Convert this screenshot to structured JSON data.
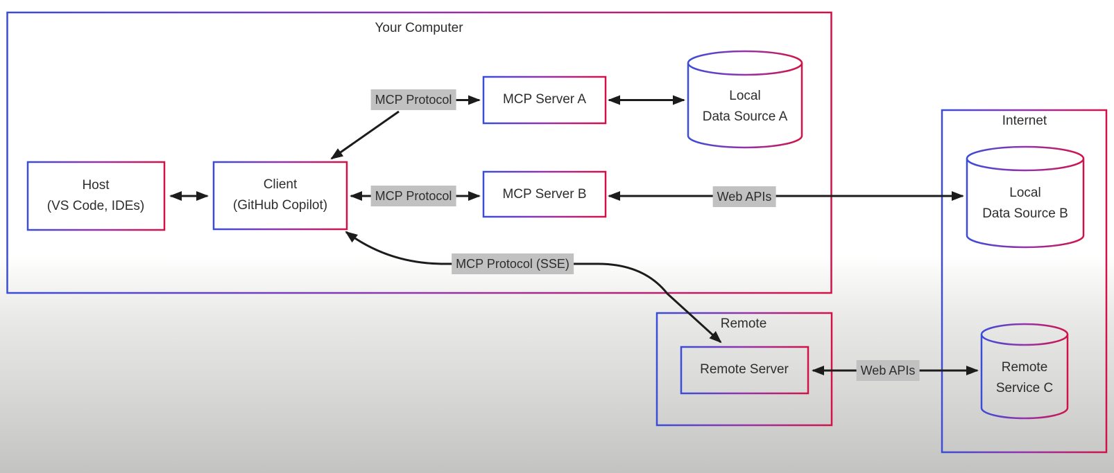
{
  "diagram": {
    "containers": {
      "your_computer": "Your Computer",
      "internet": "Internet",
      "remote": "Remote"
    },
    "nodes": {
      "host": {
        "line1": "Host",
        "line2": "(VS Code, IDEs)"
      },
      "client": {
        "line1": "Client",
        "line2": "(GitHub Copilot)"
      },
      "mcp_server_a": {
        "label": "MCP Server A"
      },
      "mcp_server_b": {
        "label": "MCP Server B"
      },
      "remote_server": {
        "label": "Remote Server"
      },
      "local_data_source_a": {
        "line1": "Local",
        "line2": "Data Source A"
      },
      "local_data_source_b": {
        "line1": "Local",
        "line2": "Data Source B"
      },
      "remote_service_c": {
        "line1": "Remote",
        "line2": "Service C"
      }
    },
    "edge_labels": {
      "mcp_protocol_top": "MCP Protocol",
      "mcp_protocol_middle": "MCP Protocol",
      "mcp_protocol_sse": "MCP Protocol (SSE)",
      "web_apis_top": "Web APIs",
      "web_apis_bottom": "Web APIs"
    }
  },
  "colors": {
    "blue": "#3a4cd8",
    "purple": "#9333ab",
    "red": "#d11248",
    "arrow": "#1c1c1c",
    "label_bg": "#c1c1c1",
    "text": "#2d2d2d"
  }
}
